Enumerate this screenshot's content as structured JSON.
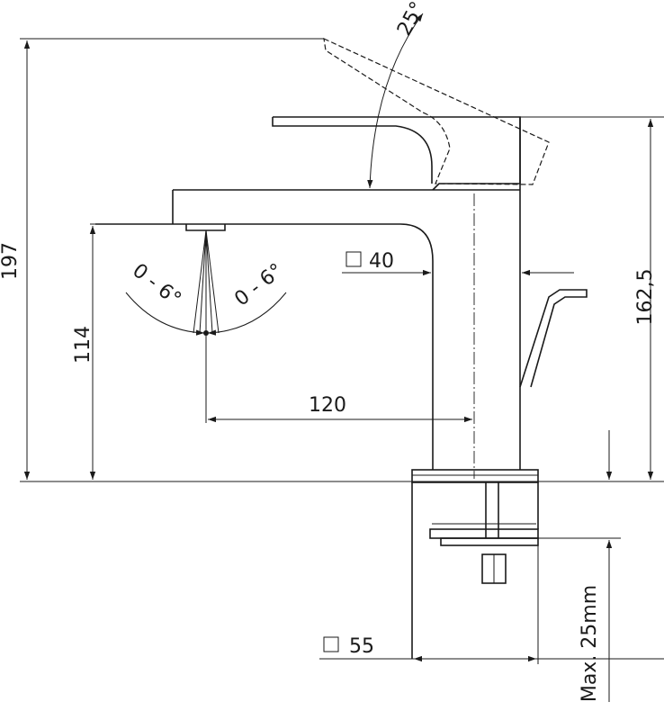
{
  "dimensions": {
    "overall_height": "197",
    "spout_height": "114",
    "spout_reach": "120",
    "body_height": "162,5",
    "lever_angle": "25°",
    "swivel_left": "0 - 6°",
    "swivel_right": "0 - 6°",
    "body_section": "40",
    "base_section": "55",
    "max_thickness": "Max. 25mm"
  },
  "colors": {
    "line": "#1a1a1a",
    "background": "#ffffff"
  }
}
